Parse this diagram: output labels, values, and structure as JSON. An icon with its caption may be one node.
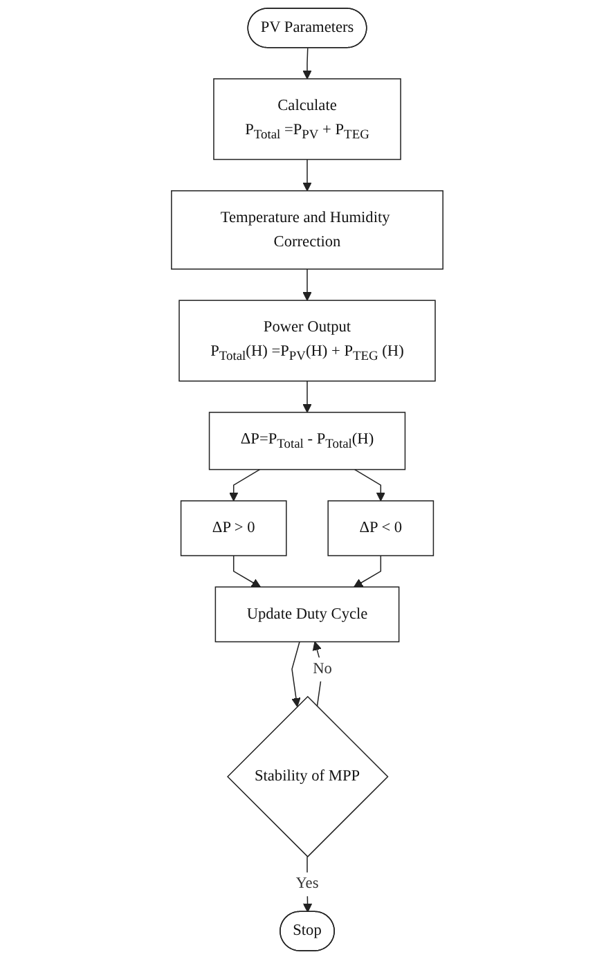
{
  "diagram": {
    "nodes": [
      {
        "text": [
          "PV Parameters"
        ]
      },
      {
        "text": [
          "Calculate",
          "P$_{Total}$ =P$_{PV}$ + P$_{TEG}$"
        ]
      },
      {
        "text": [
          "Temperature and Humidity Correction"
        ]
      },
      {
        "text": [
          "Power Output",
          "P$_{Total}$(H) =P$_{PV}$(H) + P$_{TEG}$ (H)"
        ]
      },
      {
        "text": [
          "ΔP=P$_{Total}$ - P$_{Total}$(H)"
        ]
      },
      {
        "text": [
          "ΔP > 0"
        ]
      },
      {
        "text": [
          "ΔP < 0"
        ]
      },
      {
        "text": [
          "Update Duty Cycle"
        ]
      },
      {
        "text": [
          "Stability of MPP"
        ]
      },
      {
        "text": [
          "Stop"
        ]
      }
    ],
    "edges": [
      {
        "from": 0,
        "to": 1,
        "arrow": "to"
      },
      {
        "from": 1,
        "to": 2,
        "arrow": "to"
      },
      {
        "from": 2,
        "to": 3,
        "arrow": "to"
      },
      {
        "from": 3,
        "to": 4,
        "arrow": "to"
      },
      {
        "from": 4,
        "to": 5,
        "arrow": "to"
      },
      {
        "from": 4,
        "to": 6,
        "arrow": "to"
      },
      {
        "from": 5,
        "to": 7,
        "arrow": "to"
      },
      {
        "from": 6,
        "to": 7,
        "arrow": "to"
      },
      {
        "from": 7,
        "to": 8,
        "arrow": "to"
      },
      {
        "from": 8,
        "to": 7,
        "arrow": "to",
        "label": "No"
      },
      {
        "from": 8,
        "to": 9,
        "arrow": "to",
        "label": "Yes"
      }
    ]
  }
}
